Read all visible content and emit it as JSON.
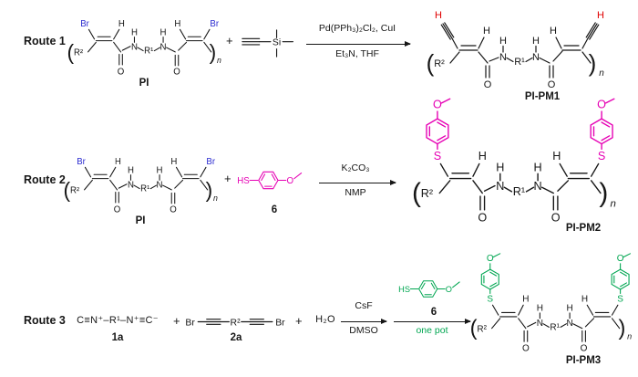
{
  "colors": {
    "bond": "#161616",
    "blue": "#2a2ad0",
    "red": "#e00000",
    "pink": "#e600b4",
    "green": "#00a651"
  },
  "atoms": {
    "Br": "Br",
    "H": "H",
    "N": "N",
    "O": "O",
    "S": "S",
    "Si": "Si",
    "HS": "HS",
    "R1": "R¹",
    "R2": "R²",
    "n": "n",
    "lparen": "(",
    "rparen": ")",
    "plus": "+"
  },
  "route1": {
    "label": "Route 1",
    "reactant": "PI",
    "cond_top": "Pd(PPh₃)₂Cl₂, CuI",
    "cond_bottom": "Et₃N, THF",
    "product": "PI-PM1"
  },
  "route2": {
    "label": "Route 2",
    "reactant": "PI",
    "reagent_num": "6",
    "cond_top": "K₂CO₃",
    "cond_bottom": "NMP",
    "product": "PI-PM2"
  },
  "route3": {
    "label": "Route 3",
    "diisocyanide": "C≡N⁺–R¹–N⁺≡C⁻",
    "diisocyanide_num": "1a",
    "diyne_num": "2a",
    "water": "H₂O",
    "cond1_top": "CsF",
    "cond1_bottom": "DMSO",
    "reagent_num": "6",
    "cond2_bottom": "one pot",
    "product": "PI-PM3"
  }
}
